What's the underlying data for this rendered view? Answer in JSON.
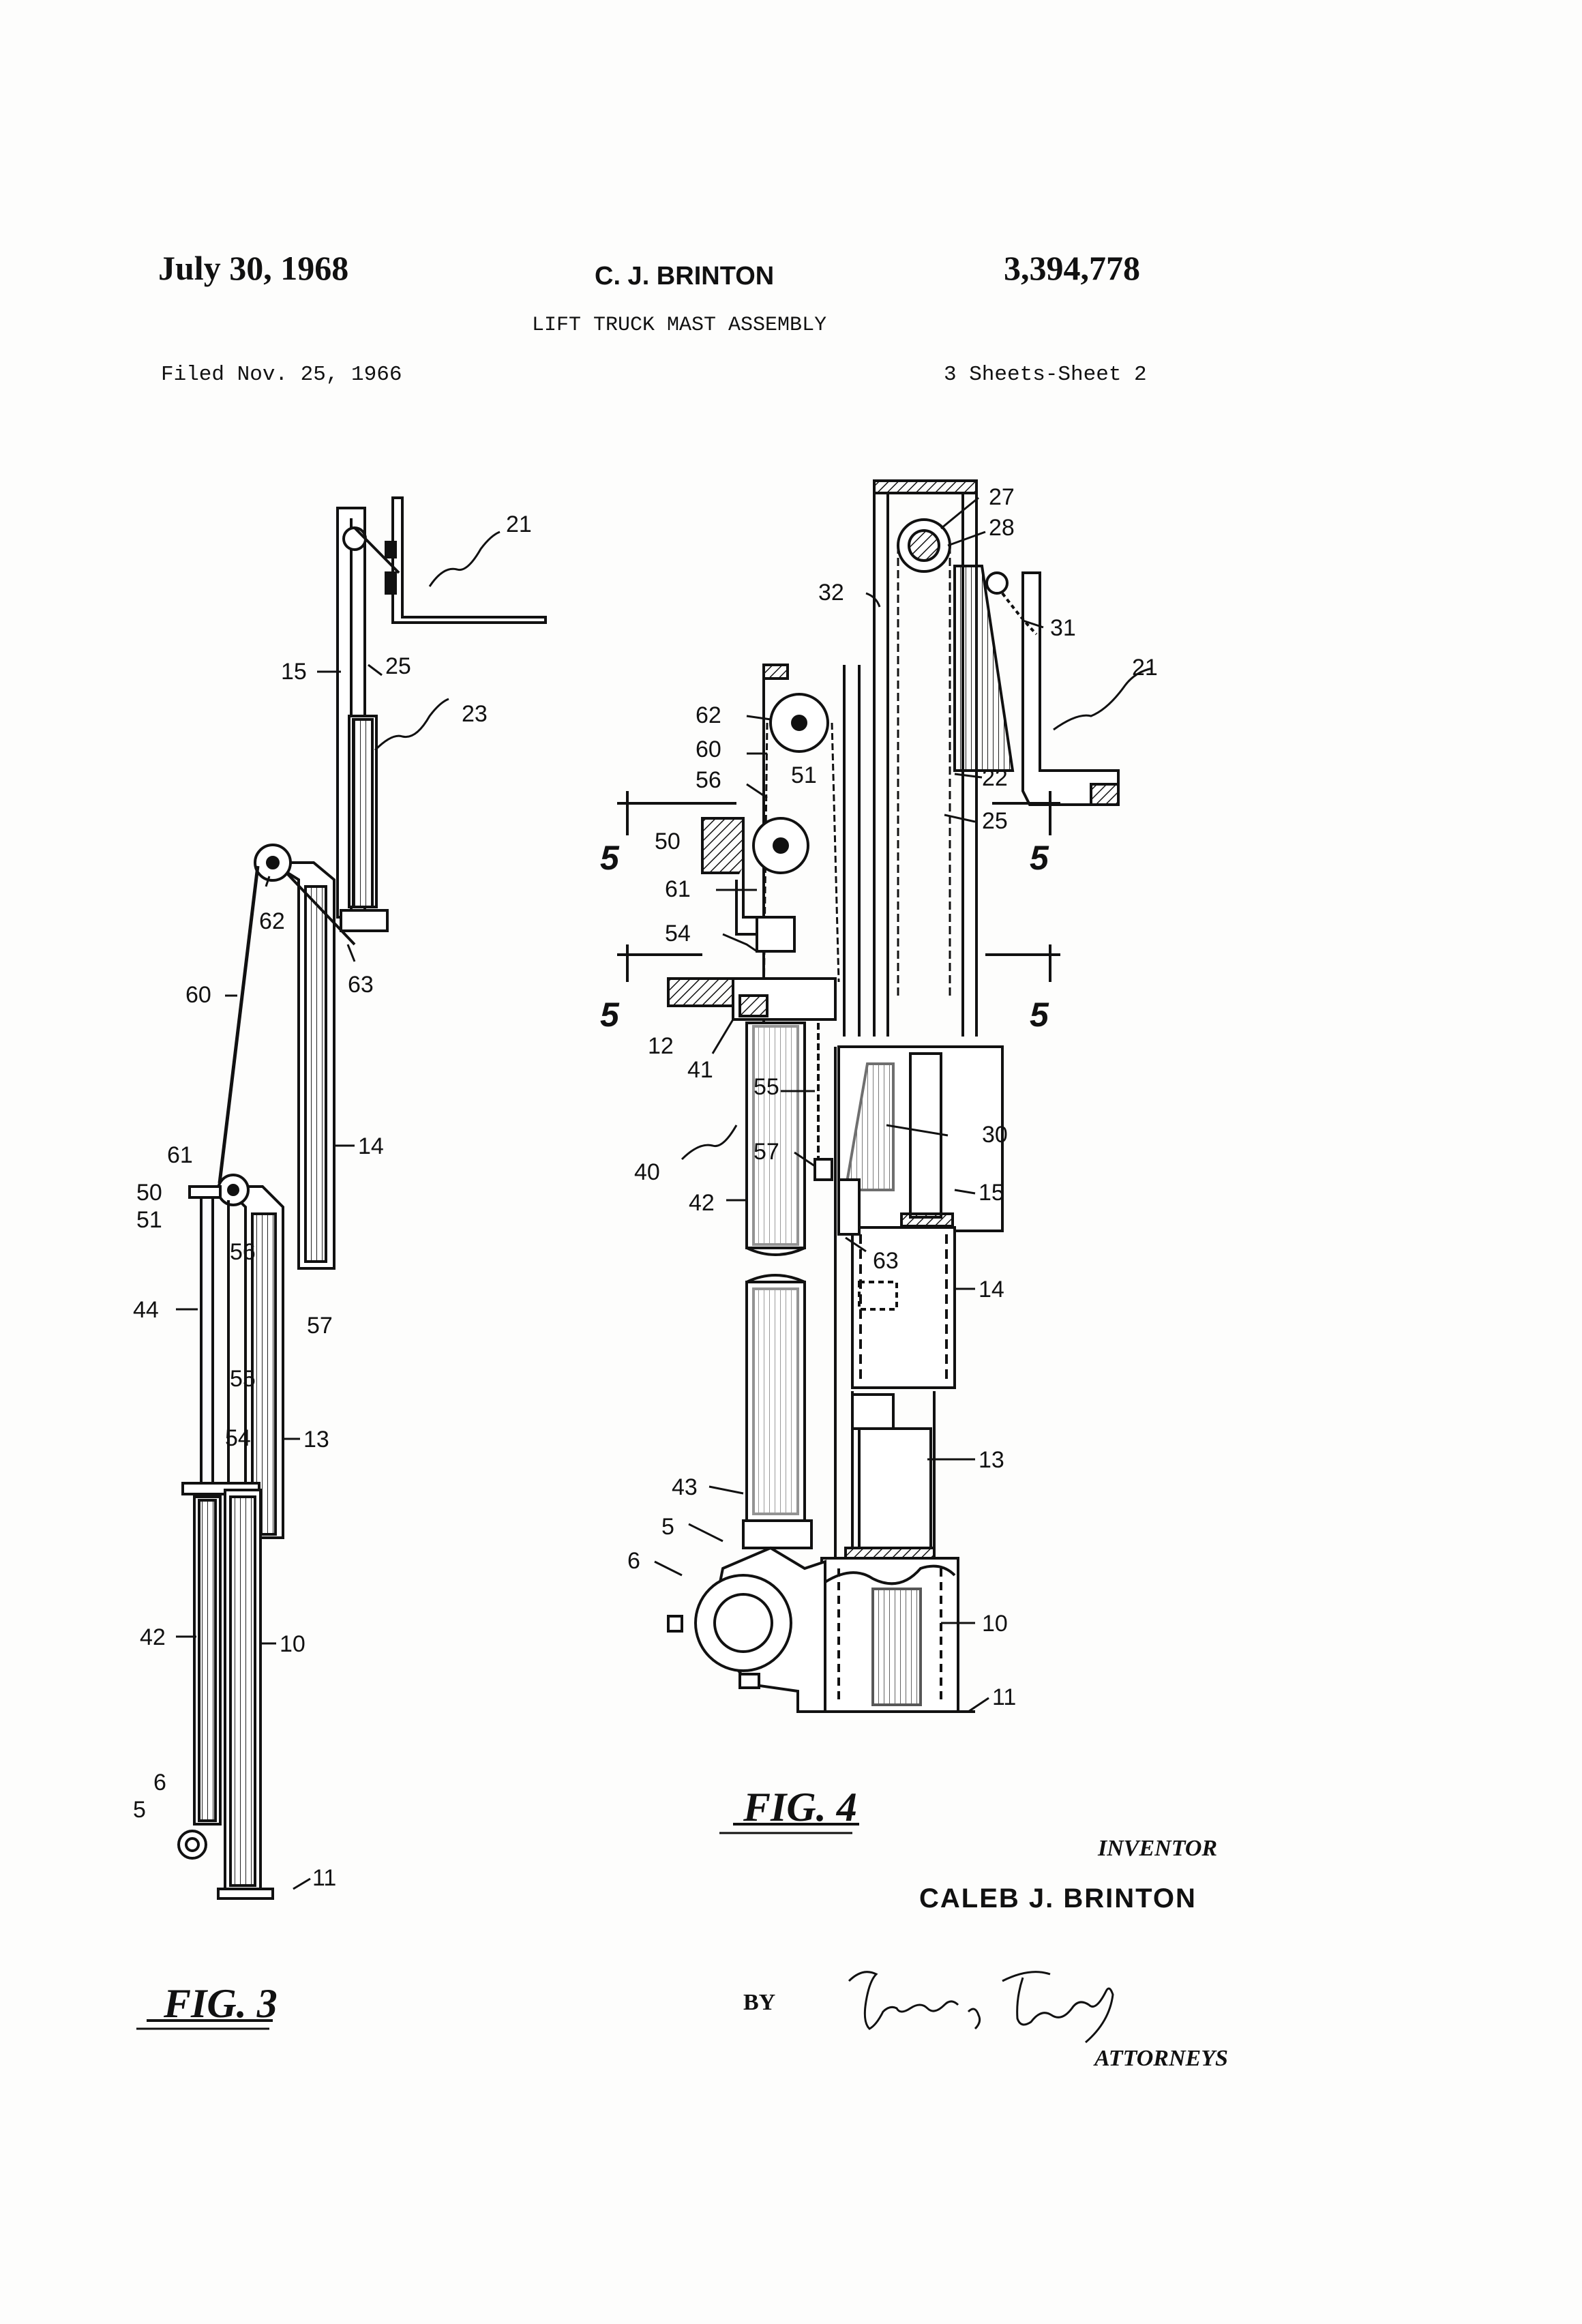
{
  "header": {
    "date": "July 30, 1968",
    "inventor_name": "C. J. BRINTON",
    "patent_number": "3,394,778",
    "title": "LIFT TRUCK MAST ASSEMBLY",
    "filed": "Filed Nov. 25, 1966",
    "sheets": "3 Sheets-Sheet 2"
  },
  "fig3": {
    "caption": "FIG. 3",
    "labels": [
      "21",
      "15",
      "25",
      "23",
      "62",
      "63",
      "60",
      "14",
      "61",
      "50",
      "51",
      "56",
      "57",
      "44",
      "55",
      "54",
      "13",
      "42",
      "10",
      "6",
      "5",
      "11"
    ]
  },
  "fig4": {
    "caption": "FIG. 4",
    "labels": [
      "27",
      "28",
      "32",
      "31",
      "21",
      "62",
      "60",
      "56",
      "51",
      "22",
      "25",
      "50",
      "61",
      "54",
      "12",
      "41",
      "55",
      "30",
      "40",
      "57",
      "15",
      "42",
      "63",
      "14",
      "13",
      "43",
      "5",
      "6",
      "10",
      "11"
    ],
    "section_marks": [
      "5",
      "5",
      "5",
      "5"
    ]
  },
  "footer": {
    "inventor_label": "INVENTOR",
    "inventor_full": "CALEB J. BRINTON",
    "by": "BY",
    "signature": "Teagno & Toddy",
    "attorneys": "ATTORNEYS"
  }
}
